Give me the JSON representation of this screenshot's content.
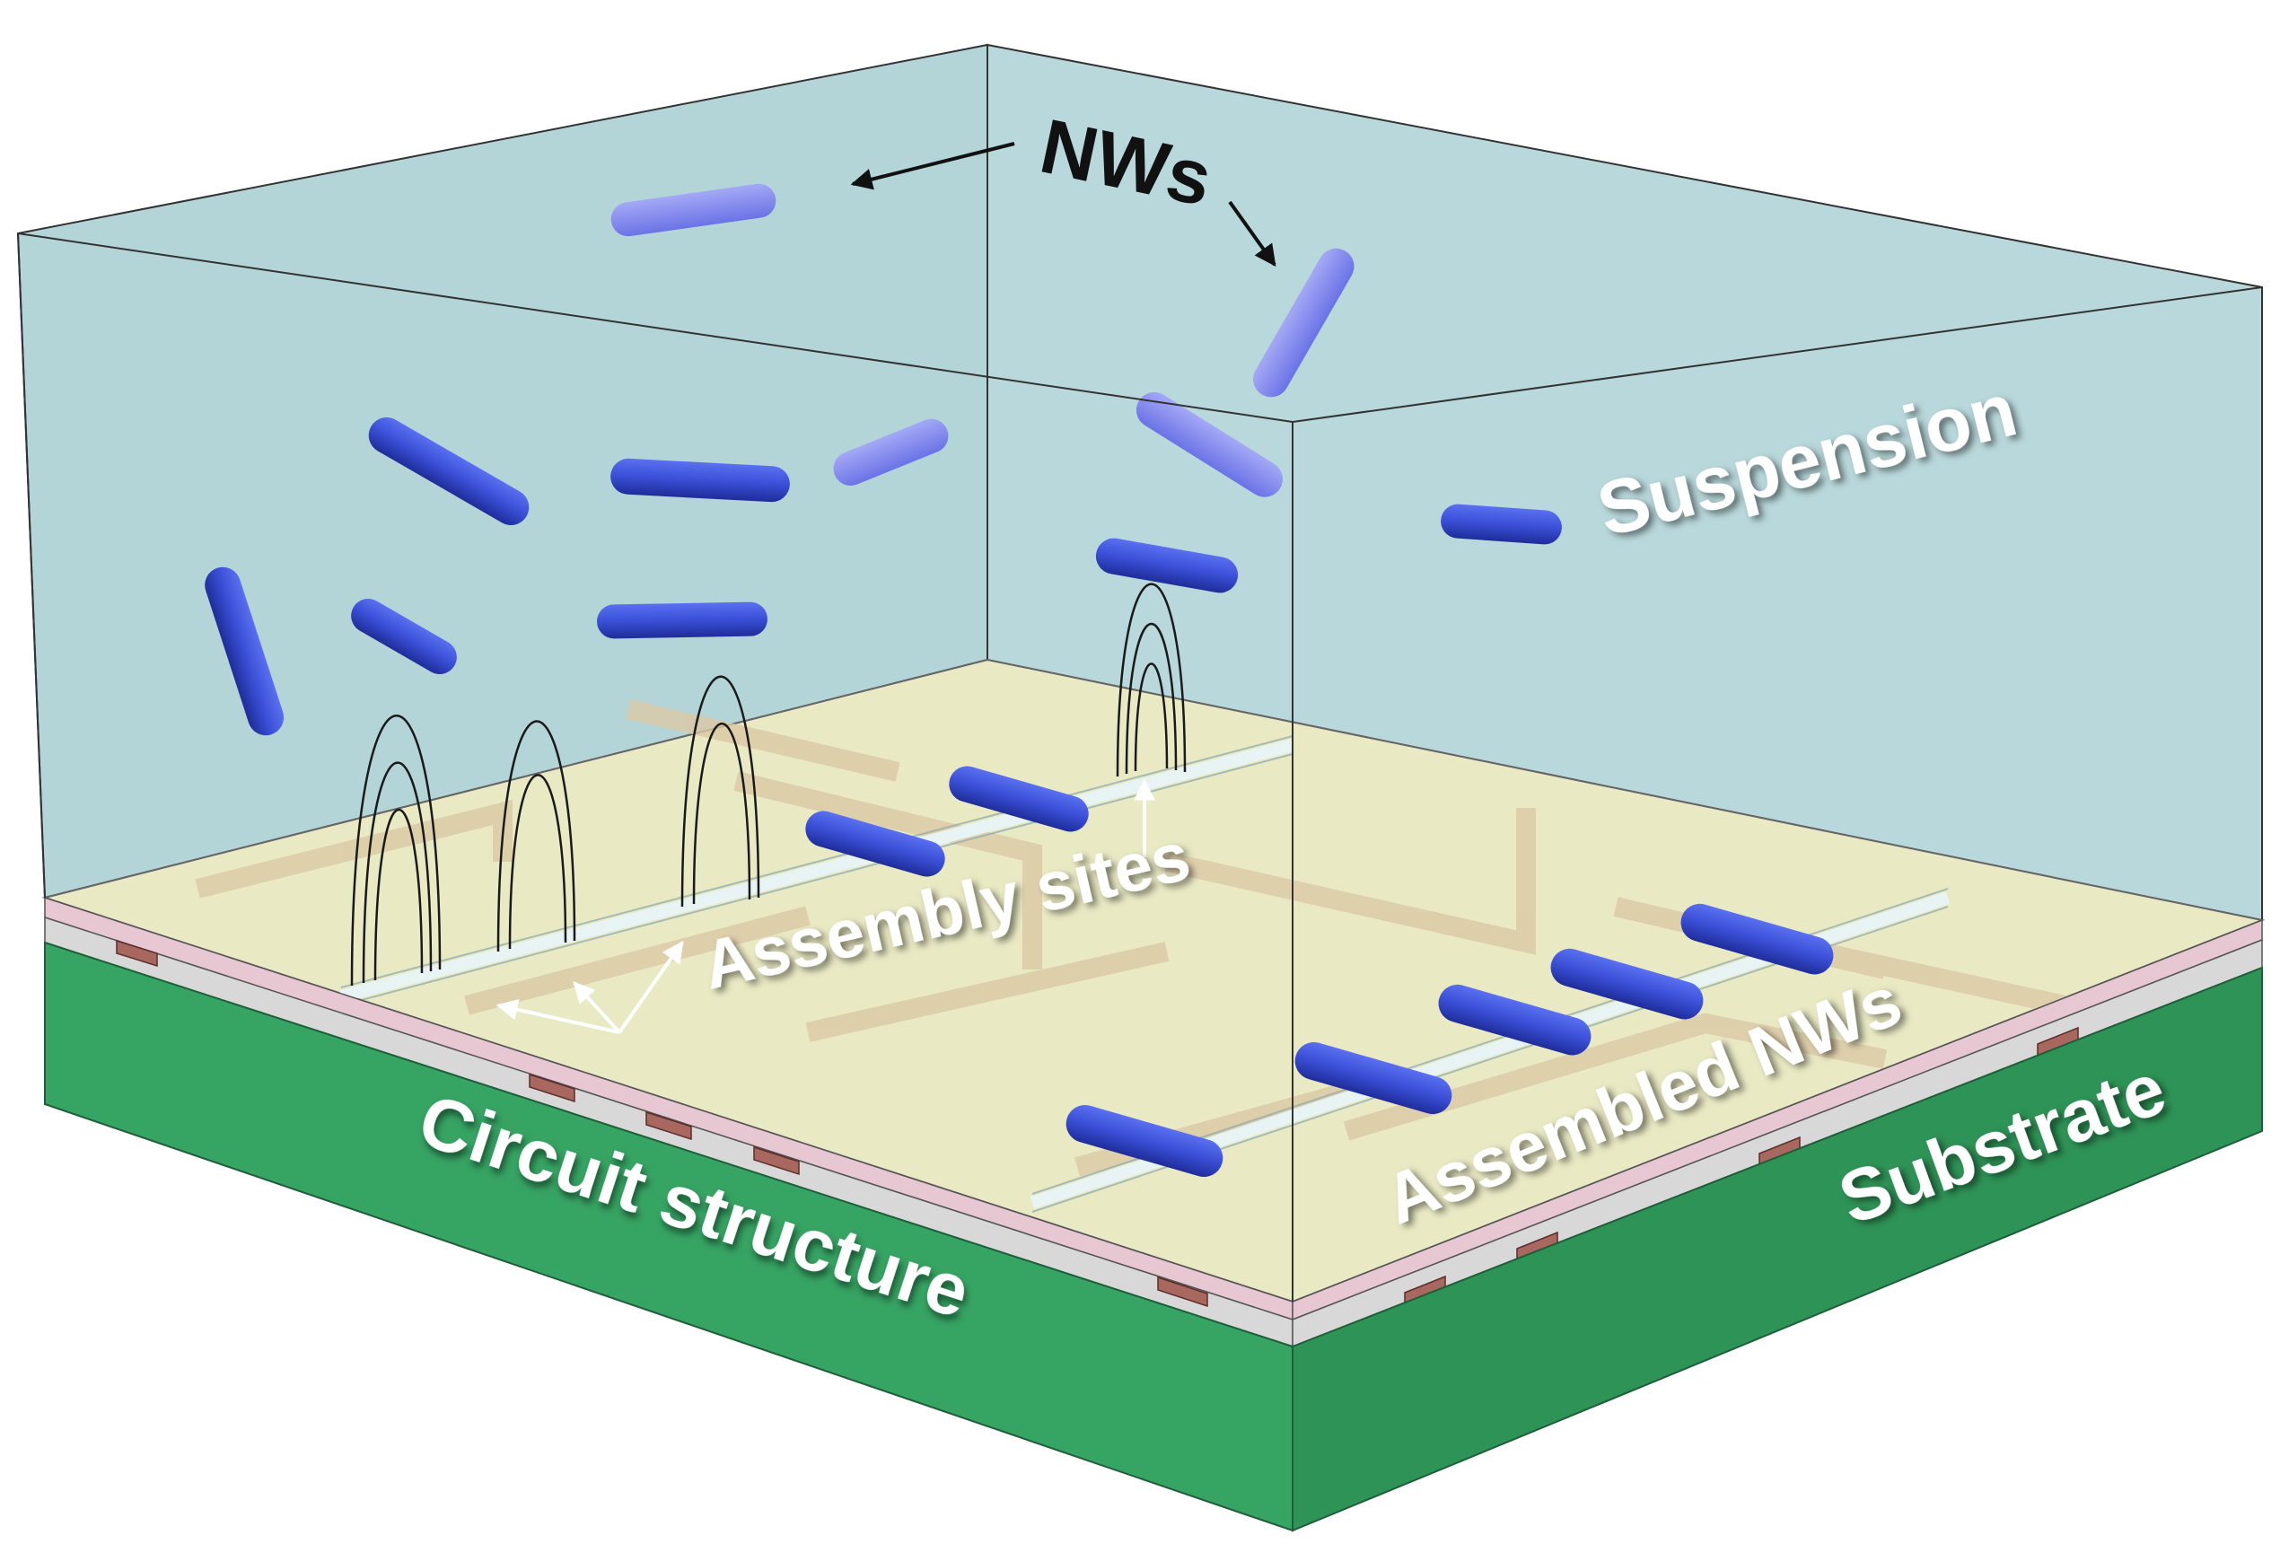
{
  "labels": {
    "nws": "NWs",
    "suspension": "Suspension",
    "assembly_sites_left": "Assembly sites",
    "assembly_sites_right": "Assembly sites",
    "assembled_nws": "Assembled NWs",
    "circuit_structure": "Circuit structure",
    "substrate": "Substrate"
  },
  "colors": {
    "suspension": "#b4d5d8",
    "substrate": "#3aa766",
    "circuit_floor": "#ecebc6",
    "nanowire": "#3a4fd6",
    "nanowire_faded": "#7f86ef",
    "field_line": "#1a1a1a",
    "contact_pad": "#a9685f"
  }
}
